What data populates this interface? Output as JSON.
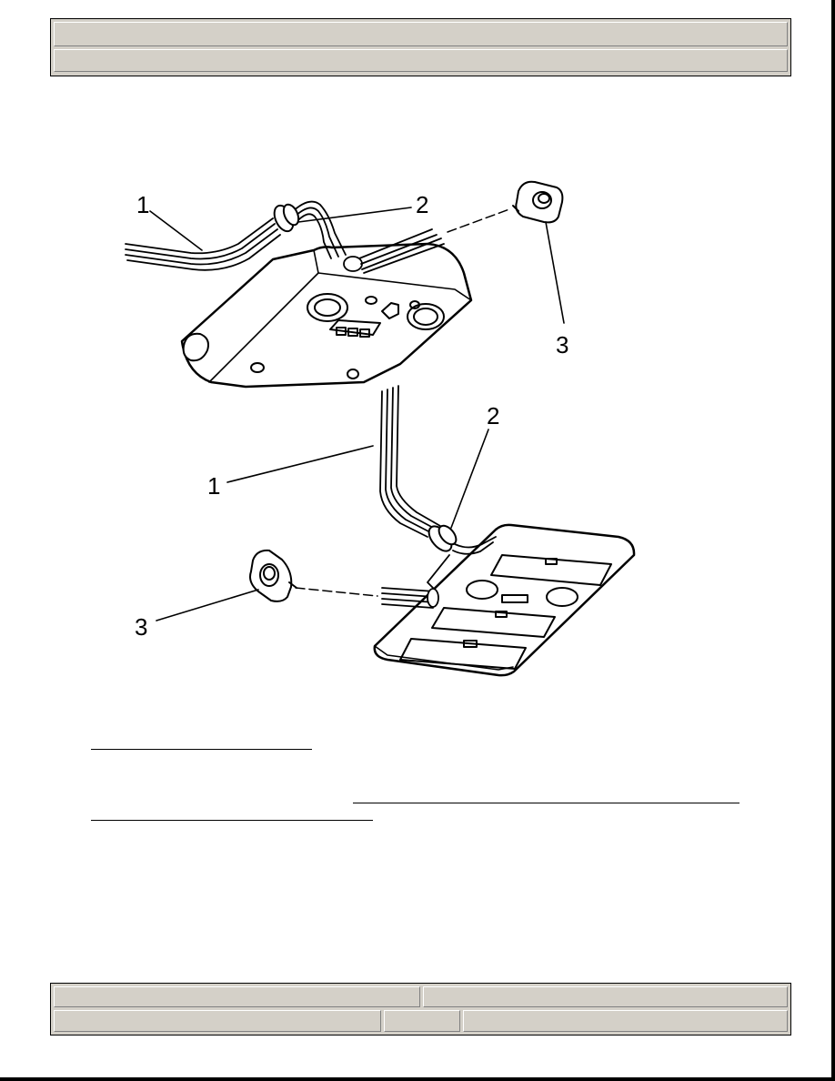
{
  "header": {
    "title": "",
    "subtitle": ""
  },
  "figure": {
    "callouts": [
      {
        "id": "top-1",
        "text": "1"
      },
      {
        "id": "top-2",
        "text": "2"
      },
      {
        "id": "top-3",
        "text": "3"
      },
      {
        "id": "bottom-1",
        "text": "1"
      },
      {
        "id": "bottom-2",
        "text": "2"
      },
      {
        "id": "bottom-3",
        "text": "3"
      }
    ]
  },
  "links": [
    {
      "text": ""
    },
    {
      "text": ""
    },
    {
      "text": ""
    }
  ],
  "footer": {
    "left_top": "",
    "right_top": "",
    "left_bottom": "",
    "middle_bottom": "",
    "right_bottom": ""
  }
}
